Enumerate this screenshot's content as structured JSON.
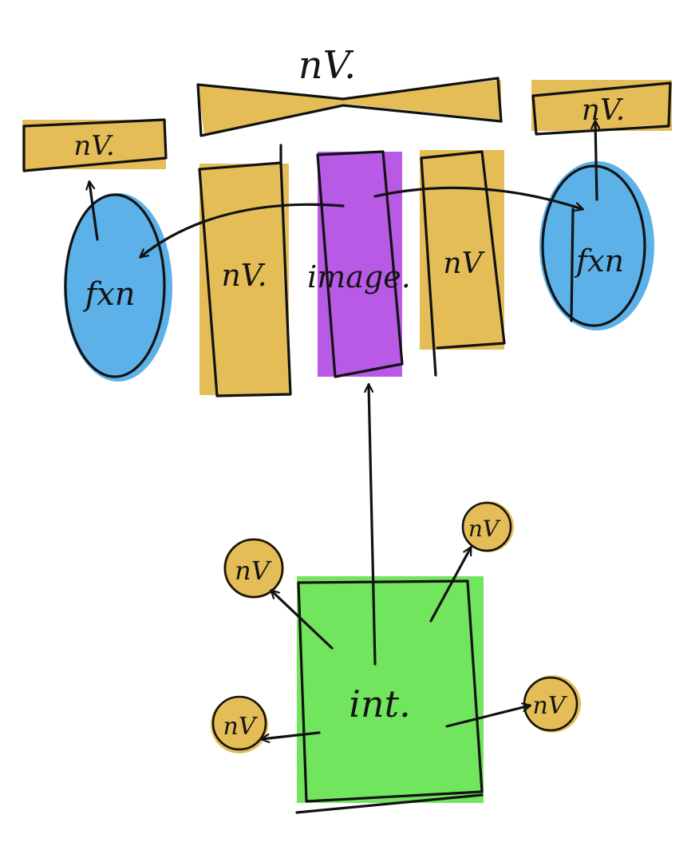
{
  "colors": {
    "yellow": "#e4bd57",
    "purple": "#b85ae6",
    "blue": "#5bb1e8",
    "green": "#72e55e",
    "ink": "#121212"
  },
  "labels": {
    "top_bar": "nV.",
    "left_tag": "nV.",
    "right_tag": "nV.",
    "left_fn": "fxn",
    "right_fn": "fxn",
    "left_column": "nV.",
    "center_column": "image.",
    "right_column": "nV",
    "interaction_box": "int.",
    "node_upper_left": "nV",
    "node_upper_right": "nV",
    "node_lower_left": "nV",
    "node_lower_right": "nV"
  }
}
